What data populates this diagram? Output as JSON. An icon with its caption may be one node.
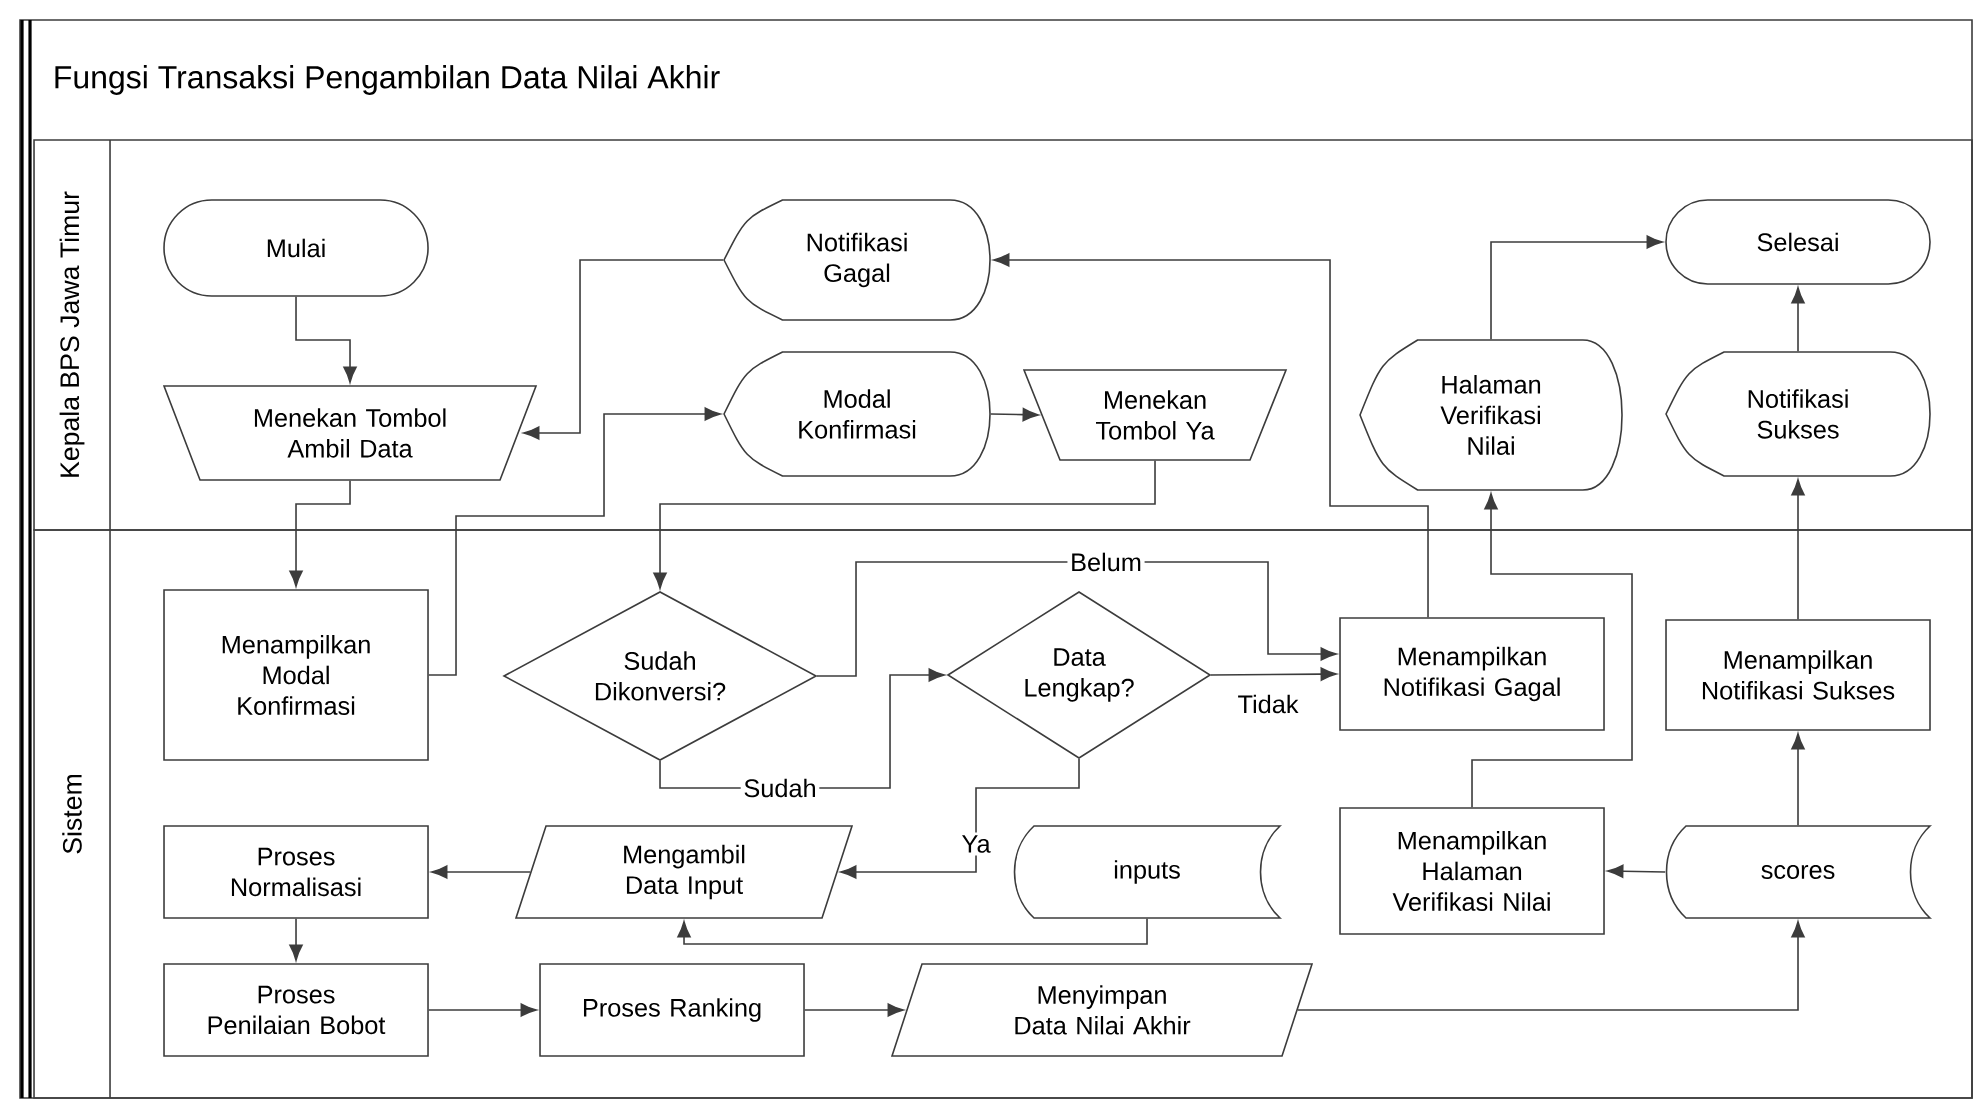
{
  "diagram": {
    "title": "Fungsi Transaksi Pengambilan Data Nilai Akhir",
    "nodes": [
      {
        "text": [
          "Kepala BPS Jawa Timur"
        ]
      },
      {
        "text": [
          "Sistem"
        ]
      },
      {
        "text": [
          "Mulai"
        ],
        "in": 0
      },
      {
        "text": [
          "Menekan Tombol Ambil Data"
        ],
        "in": 0
      },
      {
        "text": [
          "Notifikasi Gagal"
        ],
        "in": 0
      },
      {
        "text": [
          "Modal Konfirmasi"
        ],
        "in": 0
      },
      {
        "text": [
          "Menekan Tombol Ya"
        ],
        "in": 0
      },
      {
        "text": [
          "Halaman Verifikasi Nilai"
        ],
        "in": 0
      },
      {
        "text": [
          "Selesai"
        ],
        "in": 0
      },
      {
        "text": [
          "Notifikasi Sukses"
        ],
        "in": 0
      },
      {
        "text": [
          "Menampilkan Modal Konfirmasi"
        ],
        "in": 1
      },
      {
        "text": [
          "Sudah Dikonversi?"
        ],
        "in": 1
      },
      {
        "text": [
          "Data Lengkap?"
        ],
        "in": 1
      },
      {
        "text": [
          "Menampilkan Notifikasi Gagal"
        ],
        "in": 1
      },
      {
        "text": [
          "Menampilkan Notifikasi Sukses"
        ],
        "in": 1
      },
      {
        "text": [
          "Proses Normalisasi"
        ],
        "in": 1
      },
      {
        "text": [
          "Mengambil Data Input"
        ],
        "in": 1
      },
      {
        "text": [
          "inputs"
        ],
        "in": 1
      },
      {
        "text": [
          "Menampilkan Halaman Verifikasi Nilai"
        ],
        "in": 1
      },
      {
        "text": [
          "scores"
        ],
        "in": 1
      },
      {
        "text": [
          "Proses Penilaian Bobot"
        ],
        "in": 1
      },
      {
        "text": [
          "Proses Ranking"
        ],
        "in": 1
      },
      {
        "text": [
          "Menyimpan Data Nilai Akhir"
        ],
        "in": 1
      }
    ],
    "edges": [
      {
        "from": 2,
        "to": 3,
        "arrow": "to"
      },
      {
        "from": 3,
        "to": 10,
        "arrow": "to"
      },
      {
        "from": 4,
        "to": 3,
        "arrow": "to"
      },
      {
        "from": 10,
        "to": 5,
        "arrow": "to"
      },
      {
        "from": 5,
        "to": 6,
        "arrow": "to"
      },
      {
        "from": 6,
        "to": 11,
        "arrow": "to"
      },
      {
        "from": 11,
        "to": 13,
        "arrow": "to",
        "label": "Belum"
      },
      {
        "from": 11,
        "to": 12,
        "arrow": "to",
        "label": "Sudah"
      },
      {
        "from": 12,
        "to": 13,
        "arrow": "to",
        "label": "Tidak"
      },
      {
        "from": 12,
        "to": 16,
        "arrow": "to",
        "label": "Ya"
      },
      {
        "from": 17,
        "to": 16,
        "arrow": "to"
      },
      {
        "from": 16,
        "to": 15,
        "arrow": "to"
      },
      {
        "from": 15,
        "to": 20,
        "arrow": "to"
      },
      {
        "from": 20,
        "to": 21,
        "arrow": "to"
      },
      {
        "from": 21,
        "to": 22,
        "arrow": "to"
      },
      {
        "from": 22,
        "to": 19,
        "arrow": "to"
      },
      {
        "from": 19,
        "to": 18,
        "arrow": "to"
      },
      {
        "from": 19,
        "to": 14,
        "arrow": "to"
      },
      {
        "from": 14,
        "to": 9,
        "arrow": "to"
      },
      {
        "from": 9,
        "to": 8,
        "arrow": "to"
      },
      {
        "from": 13,
        "to": 4,
        "arrow": "to"
      },
      {
        "from": 18,
        "to": 7,
        "arrow": "to"
      },
      {
        "from": 7,
        "to": 8,
        "arrow": "to"
      }
    ]
  }
}
